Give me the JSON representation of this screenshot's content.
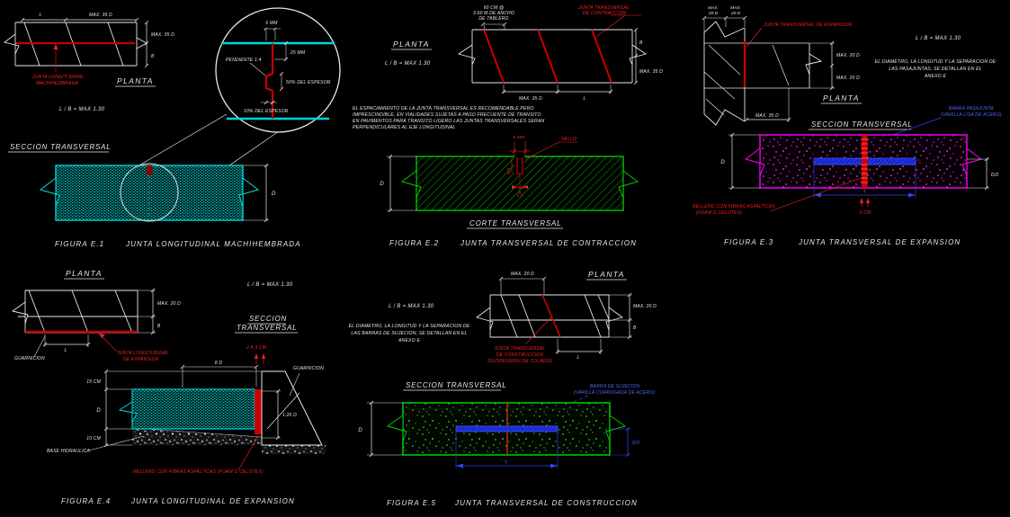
{
  "colors": {
    "background": "#000000",
    "white": "#E8E8E8",
    "red": "#FF2222",
    "dark_red": "#C80000",
    "cyan": "#00E5E5",
    "green": "#00C800",
    "magenta": "#FF00FF",
    "blue": "#3344EE"
  },
  "figures": {
    "e1": {
      "planta": "PLANTA",
      "ratio": "L / B = MAX 1.30",
      "dim_l": "L",
      "dim_top": "MAX. 35 D",
      "dim_right_top": "MAX. 35 D",
      "dim_b": "B",
      "dim_d": "D",
      "joint1": "JUNTA LONGITUDINAL",
      "joint2": "MACHIHEMBRADA",
      "det_6mm": "6 MM",
      "det_25mm": "25 MM",
      "det_pend": "PENDIENTE 1:4",
      "det_50": "50% DEL ESPESOR",
      "det_10": "10% DEL ESPESOR",
      "section": "SECCION TRANSVERSAL",
      "fig": "FIGURA E.1",
      "title": "JUNTA LONGITUDINAL MACHIHEMBRADA"
    },
    "e2": {
      "ann1": "60 CM @",
      "ann2": "3.60 M DE ANCHO",
      "ann3": "DE TABLERO",
      "joint1": "JUNTA TRANSVERSAL",
      "joint2": "DE CONTRACCION",
      "planta": "PLANTA",
      "ratio": "L / B = MAX 1.30",
      "dim_b": "B",
      "dim_right_low": "MAX. 35 D",
      "dim_bot1": "MAX. 35 D",
      "dim_bot2": "L",
      "dim_d": "D",
      "note1": "EL ESPACIAMIENTO DE LA JUNTA TRANSVERSAL ES RECOMENDABLE PERO",
      "note2": "IMPRESCINDIBLE, EN VIALIDADES SUJETAS A PASO FRECUENTE DE TRANSITO",
      "note3": "EN PAVIMENTOS PARA TRANSITO LIGERO LAS JUNTAS TRANSVERSALES SERAN",
      "note4": "PERPENDICULARES AL EJE LONGITUDINAL",
      "sello": "SELLO",
      "d6mm": "6 MM",
      "d4": "D/4",
      "d3mm": "3 MM",
      "corte": "CORTE TRANSVERSAL",
      "fig": "FIGURA E.2",
      "title": "JUNTA TRANSVERSAL DE CONTRACCION"
    },
    "e3": {
      "dim_t1a": "MAX.",
      "dim_t1b": "20 D",
      "dim_t2a": "MAX.",
      "dim_t2b": "20 D",
      "joint": "JUNTA TRANSVERSAL DE EXPANSION",
      "ratio": "L / B = MAX 1.30",
      "note1": "EL DIAMETRO, LA LONGITUD Y LA SEPARACION DE",
      "note2": "LAS PASAJUNTAS, SE DETALLAN EN EL",
      "note3": "ANEXO E",
      "planta": "PLANTA",
      "dim_r1": "MAX. 20 D",
      "dim_r2": "MAX. 20 D",
      "dim_bot": "MAX. 35 D",
      "section": "SECCION TRANSVERSAL",
      "bar1": "BARRA PASAJUNTA",
      "bar2": "(VARILLA LISA DE ACERO)",
      "dim_d": "D",
      "dim_d2": "D/2",
      "dim_l": "L",
      "dim_2cm": "2 CM",
      "fill1": "RELLENO CON FIBRAS ASFALTICAS",
      "fill2": "(FOAM O CELOTEX)",
      "fig": "FIGURA E.3",
      "title": "JUNTA TRANSVERSAL DE EXPANSION"
    },
    "e4": {
      "planta": "PLANTA",
      "ratio": "L / B = MAX 1.30",
      "dim_right_top": "MAX. 20 D",
      "dim_b": "B",
      "dim_l": "L",
      "guarnicion_plan": "GUARNICION",
      "guarnicion_sec": "GUARNICION",
      "joint1": "JUNTA LONGITUDINAL",
      "joint2": "DE EXPANSION",
      "sec1": "SECCION",
      "sec2": "TRANSVERSAL",
      "dim_23": "2 A 3 CM",
      "dim_8d": "8 D",
      "dim_15": "15 CM",
      "dim_d": "D",
      "dim_10": "10 CM",
      "dim_120": "1.20 D",
      "base": "BASE HIDRAULICA",
      "relleno": "RELLENO CON FIBRAS ASFALTICAS (FOAM O CELOTEX)",
      "fig": "FIGURA E.4",
      "title": "JUNTA LONGITUDINAL DE EXPANSION"
    },
    "e5": {
      "dim_top": "MAX. 20 D",
      "planta": "PLANTA",
      "ratio": "L / B = MAX 1.30",
      "note1": "EL DIAMETRO, LA LONGITUD Y LA SEPARACION DE",
      "note2": "LAS BARRAS DE SUJECION, SE DETALLAN EN EL",
      "note3": "ANEXO E",
      "joint1": "JUNTA TRANSVERSAL",
      "joint2": "DE CONSTRUCCION",
      "joint3": "(SUSPENSION DE COLADO)",
      "dim_r1": "MAX. 20 D",
      "dim_b": "B",
      "dim_l_plan": "L",
      "section": "SECCION TRANSVERSAL",
      "bar1": "BARRA DE SUJECION",
      "bar2": "(VARILLA CORRUGADA DE ACERO)",
      "dim_d": "D",
      "dim_d2": "D/2",
      "dim_l": "L",
      "fig": "FIGURA E.5",
      "title": "JUNTA TRANSVERSAL DE CONSTRUCCION"
    }
  }
}
